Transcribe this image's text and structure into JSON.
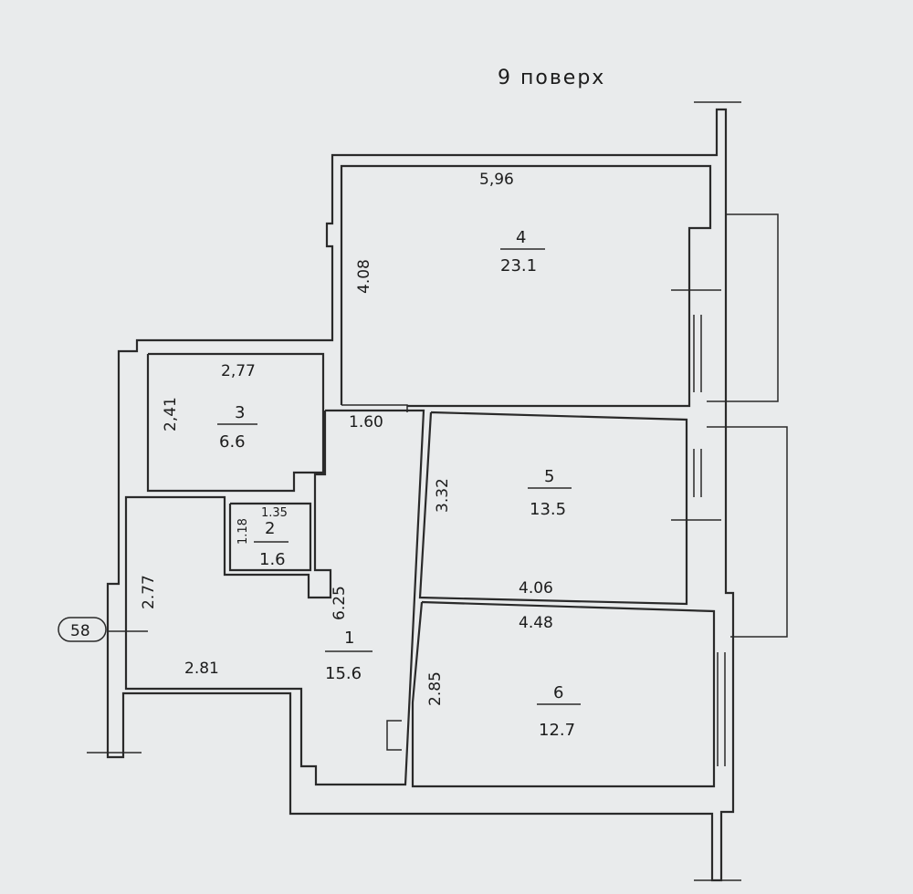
{
  "title": "9 поверх",
  "marker": "58",
  "rooms": [
    {
      "id": "4",
      "area": "23.1",
      "width": "5,96",
      "height": "4.08"
    },
    {
      "id": "3",
      "area": "6.6",
      "width": "2,77",
      "height": "2,41"
    },
    {
      "id": "2",
      "area": "1.6",
      "width": "1.35",
      "height": "1.18"
    },
    {
      "id": "1",
      "area": "15.6",
      "width": "1.60",
      "height": "6.25",
      "extra": "2.77",
      "bottom": "2.81"
    },
    {
      "id": "5",
      "area": "13.5",
      "width": "4.06",
      "height": "3.32"
    },
    {
      "id": "6",
      "area": "12.7",
      "width": "4.48",
      "height": "2.85"
    }
  ]
}
